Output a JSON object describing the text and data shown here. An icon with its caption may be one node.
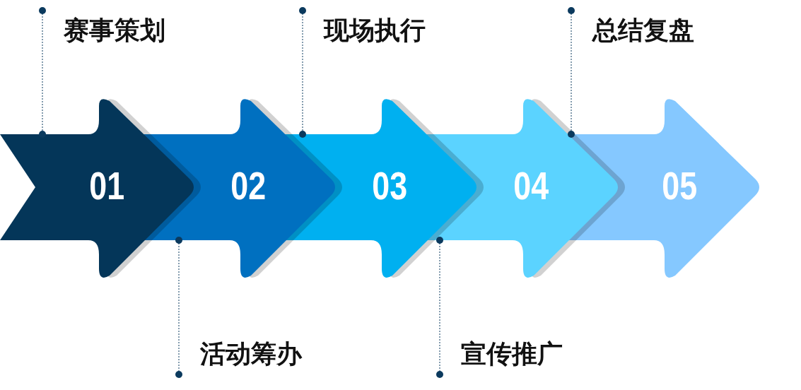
{
  "diagram": {
    "nodes": [
      {
        "text": [
          "01"
        ]
      },
      {
        "text": [
          "02"
        ]
      },
      {
        "text": [
          "03"
        ]
      },
      {
        "text": [
          "04"
        ]
      },
      {
        "text": [
          "05"
        ]
      },
      {
        "text": [
          "赛事策划"
        ]
      },
      {
        "text": [
          "活动筹办"
        ]
      },
      {
        "text": [
          "现场执行"
        ]
      },
      {
        "text": [
          "宣传推广"
        ]
      },
      {
        "text": [
          "总结复盘"
        ]
      }
    ],
    "edges": [
      {
        "from": 5,
        "to": 0,
        "arrow": "other",
        "style": "dashed"
      },
      {
        "from": 6,
        "to": 1,
        "arrow": "other",
        "style": "dashed"
      },
      {
        "from": 7,
        "to": 2,
        "arrow": "other",
        "style": "dashed"
      },
      {
        "from": 8,
        "to": 3,
        "arrow": "other",
        "style": "dashed"
      },
      {
        "from": 9,
        "to": 4,
        "arrow": "other",
        "style": "dashed"
      }
    ]
  }
}
